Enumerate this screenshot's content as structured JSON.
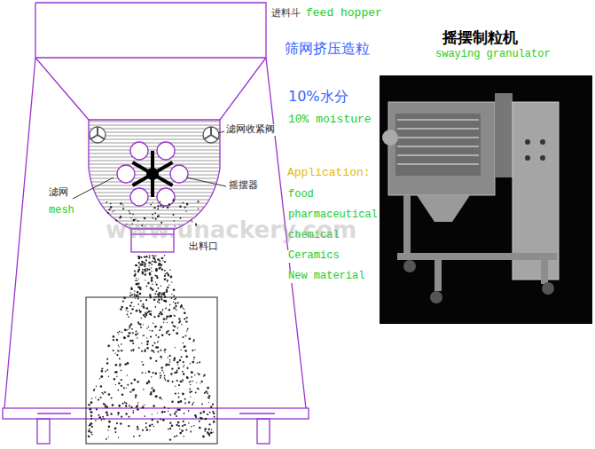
{
  "diagram": {
    "labels": [
      "进料斗",
      "feed hopper",
      "筛网挤压造粒",
      "10%水分",
      "10% moisture",
      "摇摆制粒机",
      "swaying granulator",
      "滤网收紧阀",
      "摇摆器",
      "滤网",
      "mesh",
      "出料口",
      "Application:",
      "food",
      "pharmaceutical",
      "chemical",
      "Ceramics",
      "New material",
      "www.unackery.com"
    ]
  }
}
